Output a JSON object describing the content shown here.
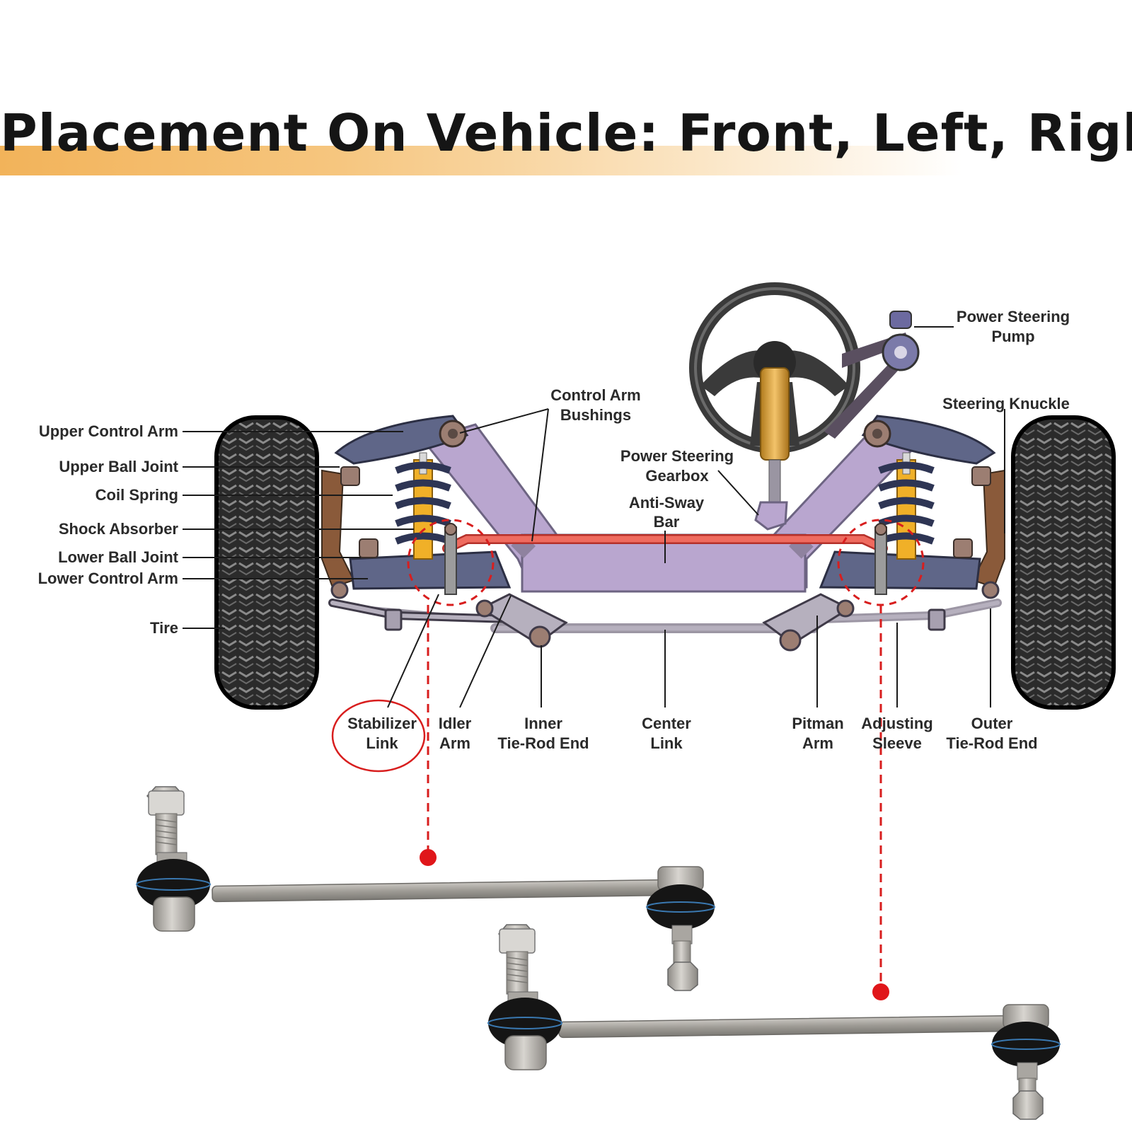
{
  "title": "Placement On Vehicle: Front, Left, Right",
  "labels": {
    "upper_control_arm": "Upper Control Arm",
    "upper_ball_joint": "Upper Ball Joint",
    "coil_spring": "Coil Spring",
    "shock_absorber": "Shock Absorber",
    "lower_ball_joint": "Lower Ball Joint",
    "lower_control_arm": "Lower Control Arm",
    "tire": "Tire",
    "control_arm_bushings": [
      "Control Arm",
      "Bushings"
    ],
    "power_steering_gearbox": [
      "Power Steering",
      "Gearbox"
    ],
    "anti_sway_bar": [
      "Anti-Sway",
      "Bar"
    ],
    "power_steering_pump": [
      "Power Steering",
      "Pump"
    ],
    "steering_knuckle": "Steering Knuckle",
    "stabilizer_link": [
      "Stabilizer",
      "Link"
    ],
    "idler_arm": [
      "Idler",
      "Arm"
    ],
    "inner_tie_rod_end": [
      "Inner",
      "Tie-Rod End"
    ],
    "center_link": [
      "Center",
      "Link"
    ],
    "pitman_arm": [
      "Pitman",
      "Arm"
    ],
    "adjusting_sleeve": [
      "Adjusting",
      "Sleeve"
    ],
    "outer_tie_rod_end": [
      "Outer",
      "Tie-Rod End"
    ]
  },
  "colors": {
    "title_accent": "#f2b35a",
    "highlight": "#d81e1e",
    "frame": "#b9a6cf",
    "arm": "#5f6688",
    "anti_sway_bar": "#ef6b5f",
    "shock": "#f0b028",
    "knuckle": "#8a5a3a"
  }
}
